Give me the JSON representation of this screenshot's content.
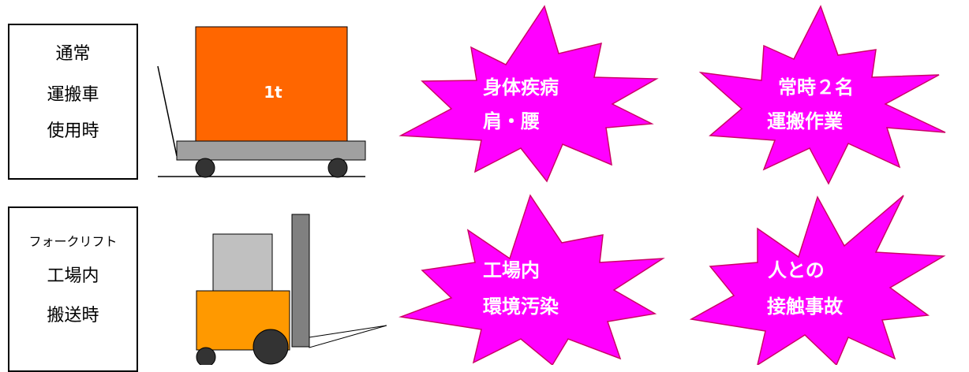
{
  "scenarios": [
    {
      "id": "cart",
      "label_lines": [
        "通常",
        "運搬車",
        "使用時"
      ],
      "load_text": "1t",
      "problems": [
        [
          "身体疾病",
          "肩・腰"
        ],
        [
          "常時２名",
          "運搬作業"
        ]
      ]
    },
    {
      "id": "forklift",
      "label_lines": [
        "フォークリフト",
        "工場内",
        "搬送時"
      ],
      "problems": [
        [
          "工場内",
          "環境汚染"
        ],
        [
          "人との",
          "接触事故"
        ]
      ]
    }
  ],
  "colors": {
    "burst_fill": "#FF00FF",
    "burst_stroke": "#CC0066",
    "load_orange": "#FF6600",
    "forklift_body": "#FF9900",
    "platform_grey": "#A0A0A0",
    "mast_grey": "#808080",
    "wheel": "#333333"
  }
}
